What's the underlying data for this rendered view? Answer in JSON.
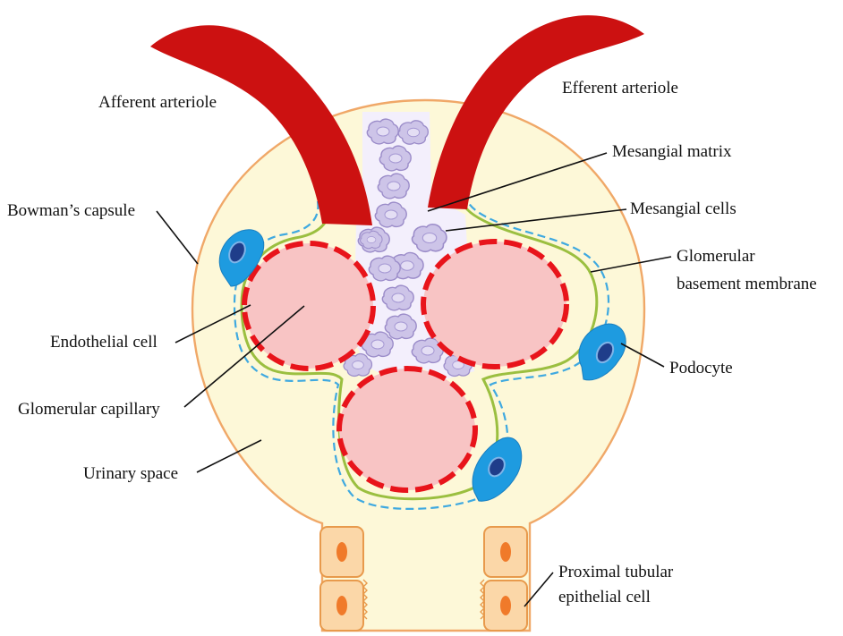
{
  "labels": {
    "afferent_arteriole": "Afferent arteriole",
    "efferent_arteriole": "Efferent arteriole",
    "mesangial_matrix": "Mesangial matrix",
    "mesangial_cells": "Mesangial cells",
    "bowmans_capsule": "Bowman’s capsule",
    "gbm_line1": "Glomerular",
    "gbm_line2": "basement membrane",
    "endothelial_cell": "Endothelial cell",
    "podocyte": "Podocyte",
    "glomerular_capillary": "Glomerular capillary",
    "urinary_space": "Urinary space",
    "proximal_line1": "Proximal tubular",
    "proximal_line2": "epithelial cell"
  },
  "colors": {
    "capsule_fill": "#fdf8d8",
    "capsule_outline": "#f0a868",
    "arteriole": "#cc1111",
    "capillary_fill": "#f8c4c4",
    "capillary_dash": "#e8141b",
    "mesangial_cell": "#cdc4e8",
    "mesangial_cell_outline": "#9b8cc9",
    "mesangial_nucleus": "#b4a8dc",
    "basement_membrane": "#9bbf40",
    "podocyte_line": "#3fa9e0",
    "podocyte_body": "#1e9be0",
    "podocyte_nucleus": "#1f3d8a",
    "tubular_cell_fill": "#fbd7a8",
    "tubular_cell_outline": "#e89a4c",
    "tubular_nucleus": "#f07a2a"
  }
}
